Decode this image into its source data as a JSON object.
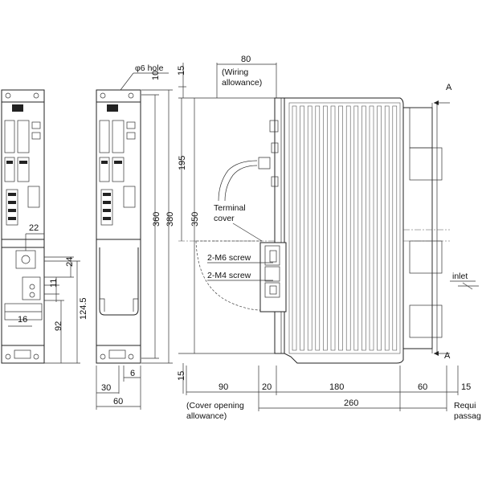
{
  "figure": {
    "hole_label": "φ6 hole",
    "wiring_label_line1": "(Wiring",
    "wiring_label_line2": "allowance)",
    "cover_label_line1": "(Cover opening",
    "cover_label_line2": "allowance)",
    "required_label_line1": "Requi",
    "required_label_line2": "passag",
    "terminal_cover_line1": "Terminal",
    "terminal_cover_line2": "cover",
    "m6_screw": "2-M6 screw",
    "m4_screw": "2-M4 screw",
    "inlet": "inlet",
    "section_a_top": "A",
    "section_a_bottom": "A"
  },
  "dimensions": {
    "front_22": "22",
    "front_24": "24",
    "front_11": "11",
    "front_16": "16",
    "front_92": "92",
    "front_124_5": "124.5",
    "front_30": "30",
    "front_6": "6",
    "front_60": "60",
    "h_360": "360",
    "h_380": "380",
    "h_350": "350",
    "h_195": "195",
    "top_15": "15",
    "top_10": "10",
    "top_80": "80",
    "bottom_15": "15",
    "side_90": "90",
    "side_20": "20",
    "side_180": "180",
    "side_60": "60",
    "side_15": "15",
    "side_260": "260"
  }
}
